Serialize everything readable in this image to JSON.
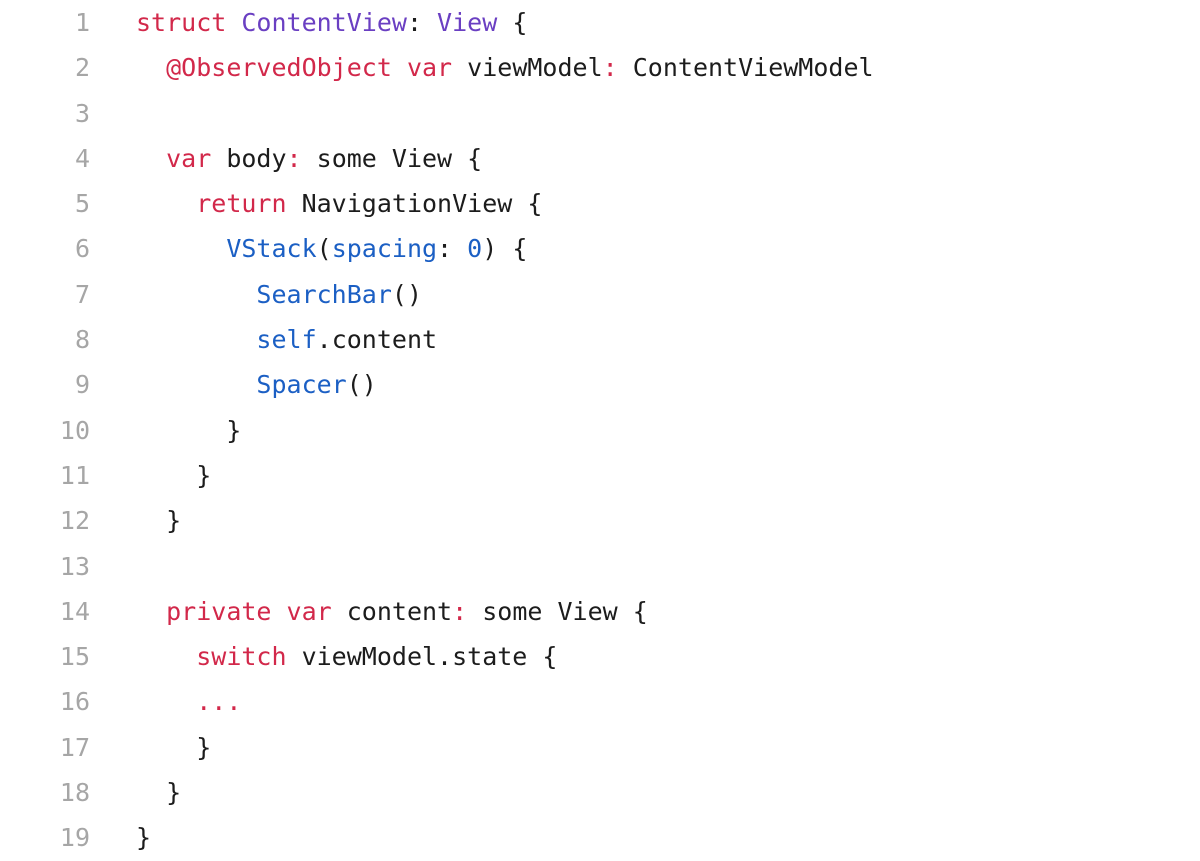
{
  "colors": {
    "keyword": "#d2284a",
    "type": "#6a3fc2",
    "call": "#1b5fc4",
    "plain": "#1c1c1c",
    "gutter": "#a6a6a6",
    "background": "#ffffff"
  },
  "lines": [
    {
      "number": "1",
      "tokens": [
        {
          "text": "struct ",
          "kind": "kw"
        },
        {
          "text": "ContentView",
          "kind": "type"
        },
        {
          "text": ": ",
          "kind": "plain"
        },
        {
          "text": "View",
          "kind": "type"
        },
        {
          "text": " {",
          "kind": "plain"
        }
      ]
    },
    {
      "number": "2",
      "tokens": [
        {
          "text": "  ",
          "kind": "plain"
        },
        {
          "text": "@ObservedObject",
          "kind": "kw"
        },
        {
          "text": " ",
          "kind": "plain"
        },
        {
          "text": "var",
          "kind": "kw"
        },
        {
          "text": " viewModel",
          "kind": "plain"
        },
        {
          "text": ":",
          "kind": "kw"
        },
        {
          "text": " ContentViewModel",
          "kind": "plain"
        }
      ]
    },
    {
      "number": "3",
      "tokens": []
    },
    {
      "number": "4",
      "tokens": [
        {
          "text": "  ",
          "kind": "plain"
        },
        {
          "text": "var",
          "kind": "kw"
        },
        {
          "text": " body",
          "kind": "plain"
        },
        {
          "text": ":",
          "kind": "kw"
        },
        {
          "text": " some View {",
          "kind": "plain"
        }
      ]
    },
    {
      "number": "5",
      "tokens": [
        {
          "text": "    ",
          "kind": "plain"
        },
        {
          "text": "return",
          "kind": "kw"
        },
        {
          "text": " NavigationView {",
          "kind": "plain"
        }
      ]
    },
    {
      "number": "6",
      "tokens": [
        {
          "text": "      ",
          "kind": "plain"
        },
        {
          "text": "VStack",
          "kind": "call"
        },
        {
          "text": "(",
          "kind": "plain"
        },
        {
          "text": "spacing",
          "kind": "call"
        },
        {
          "text": ": ",
          "kind": "plain"
        },
        {
          "text": "0",
          "kind": "num"
        },
        {
          "text": ") {",
          "kind": "plain"
        }
      ]
    },
    {
      "number": "7",
      "tokens": [
        {
          "text": "        ",
          "kind": "plain"
        },
        {
          "text": "SearchBar",
          "kind": "call"
        },
        {
          "text": "()",
          "kind": "plain"
        }
      ]
    },
    {
      "number": "8",
      "tokens": [
        {
          "text": "        ",
          "kind": "plain"
        },
        {
          "text": "self",
          "kind": "call"
        },
        {
          "text": ".content",
          "kind": "plain"
        }
      ]
    },
    {
      "number": "9",
      "tokens": [
        {
          "text": "        ",
          "kind": "plain"
        },
        {
          "text": "Spacer",
          "kind": "call"
        },
        {
          "text": "()",
          "kind": "plain"
        }
      ]
    },
    {
      "number": "10",
      "tokens": [
        {
          "text": "      }",
          "kind": "plain"
        }
      ]
    },
    {
      "number": "11",
      "tokens": [
        {
          "text": "    }",
          "kind": "plain"
        }
      ]
    },
    {
      "number": "12",
      "tokens": [
        {
          "text": "  }",
          "kind": "plain"
        }
      ]
    },
    {
      "number": "13",
      "tokens": []
    },
    {
      "number": "14",
      "tokens": [
        {
          "text": "  ",
          "kind": "plain"
        },
        {
          "text": "private",
          "kind": "kw"
        },
        {
          "text": " ",
          "kind": "plain"
        },
        {
          "text": "var",
          "kind": "kw"
        },
        {
          "text": " content",
          "kind": "plain"
        },
        {
          "text": ":",
          "kind": "kw"
        },
        {
          "text": " some View {",
          "kind": "plain"
        }
      ]
    },
    {
      "number": "15",
      "tokens": [
        {
          "text": "    ",
          "kind": "plain"
        },
        {
          "text": "switch",
          "kind": "kw"
        },
        {
          "text": " viewModel.state {",
          "kind": "plain"
        }
      ]
    },
    {
      "number": "16",
      "tokens": [
        {
          "text": "    ",
          "kind": "plain"
        },
        {
          "text": "...",
          "kind": "kw"
        }
      ]
    },
    {
      "number": "17",
      "tokens": [
        {
          "text": "    }",
          "kind": "plain"
        }
      ]
    },
    {
      "number": "18",
      "tokens": [
        {
          "text": "  }",
          "kind": "plain"
        }
      ]
    },
    {
      "number": "19",
      "tokens": [
        {
          "text": "}",
          "kind": "plain"
        }
      ]
    }
  ]
}
